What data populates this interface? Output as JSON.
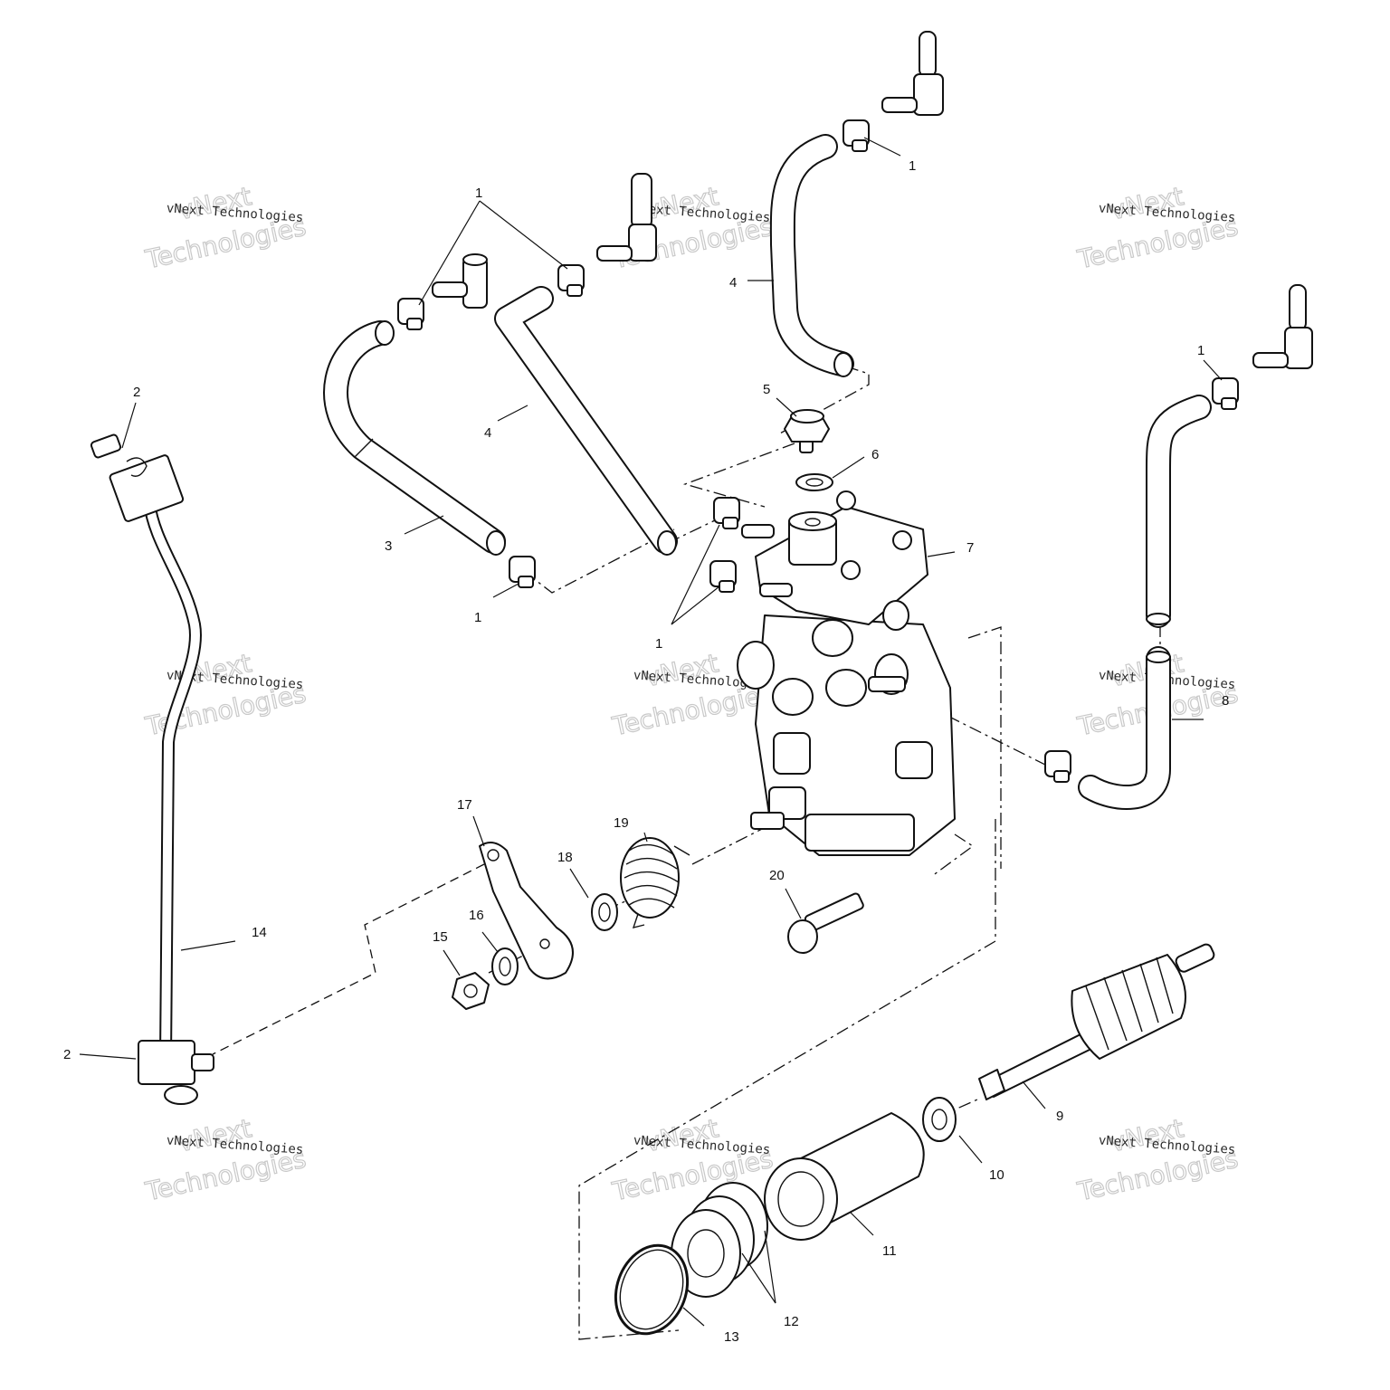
{
  "watermark": {
    "small": "vNext Technologies",
    "big_line1": "vNext",
    "big_line2": "Technologies"
  },
  "callouts": [
    {
      "id": "c1a",
      "text": "1"
    },
    {
      "id": "c1b",
      "text": "1"
    },
    {
      "id": "c1c",
      "text": "1"
    },
    {
      "id": "c1d",
      "text": "1"
    },
    {
      "id": "c1e",
      "text": "1"
    },
    {
      "id": "c2a",
      "text": "2"
    },
    {
      "id": "c2b",
      "text": "2"
    },
    {
      "id": "c3",
      "text": "3"
    },
    {
      "id": "c4a",
      "text": "4"
    },
    {
      "id": "c4b",
      "text": "4"
    },
    {
      "id": "c5",
      "text": "5"
    },
    {
      "id": "c6",
      "text": "6"
    },
    {
      "id": "c7",
      "text": "7"
    },
    {
      "id": "c8",
      "text": "8"
    },
    {
      "id": "c9",
      "text": "9"
    },
    {
      "id": "c10",
      "text": "10"
    },
    {
      "id": "c11",
      "text": "11"
    },
    {
      "id": "c12",
      "text": "12"
    },
    {
      "id": "c13",
      "text": "13"
    },
    {
      "id": "c14",
      "text": "14"
    },
    {
      "id": "c15",
      "text": "15"
    },
    {
      "id": "c16",
      "text": "16"
    },
    {
      "id": "c17",
      "text": "17"
    },
    {
      "id": "c18",
      "text": "18"
    },
    {
      "id": "c19",
      "text": "19"
    },
    {
      "id": "c20",
      "text": "20"
    }
  ]
}
